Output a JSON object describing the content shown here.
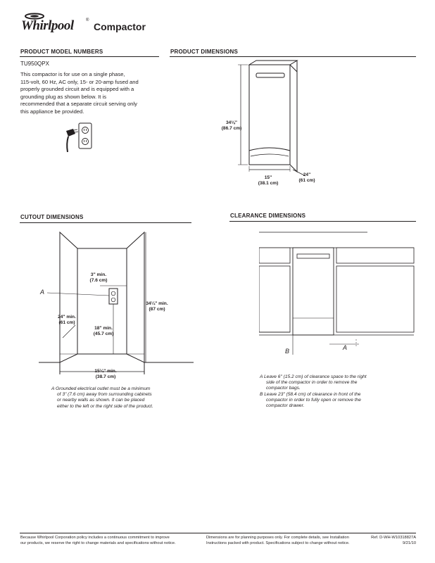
{
  "header": {
    "brand": "Whirlpool",
    "product_type": "Compactor"
  },
  "model_section": {
    "title": "PRODUCT MODEL NUMBERS",
    "model": "TU950QPX",
    "description_lines": [
      "This compactor is for use on a single phase,",
      "115-volt, 60 Hz, AC only, 15- or 20-amp fused and",
      "properly grounded circuit and is equipped with a",
      "grounding plug as shown below. It is",
      "recommended that a separate circuit serving only",
      "this appliance be provided."
    ]
  },
  "product_dimensions": {
    "title": "PRODUCT DIMENSIONS",
    "height": "34⅛\"",
    "height_metric": "(86.7 cm)",
    "width": "15\"",
    "width_metric": "(38.1 cm)",
    "depth": "24\"",
    "depth_metric": "(61 cm)"
  },
  "cutout_dimensions": {
    "title": "CUTOUT DIMENSIONS",
    "label_a": "A",
    "outlet_clear": "3\" min.",
    "outlet_clear_metric": "(7.6 cm)",
    "height": "34¼\" min.",
    "height_metric": "(87 cm)",
    "depth": "24\" min.",
    "depth_metric": "(61 cm)",
    "outlet_height": "18\" min.",
    "outlet_height_metric": "(45.7 cm)",
    "width": "15¼\" min.",
    "width_metric": "(38.7 cm)",
    "note_lines": [
      "A  Grounded electrical outlet must be a minimum",
      "of 3\" (7.6 cm) away from surrounding cabinets",
      "or nearby walls as shown. It can be placed",
      "either to the left or the right side of the product."
    ]
  },
  "clearance_dimensions": {
    "title": "CLEARANCE DIMENSIONS",
    "label_a": "A",
    "label_b": "B",
    "note_a_lines": [
      "A  Leave 6\" (15.2 cm) of clearance space to the right",
      "side of the compactor in order to remove the",
      "compactor bags."
    ],
    "note_b_lines": [
      "B  Leave 23\" (58.4 cm) of clearance in front of the",
      "compactor in order to fully open or remove the",
      "compactor drawer."
    ]
  },
  "footer": {
    "left_lines": [
      "Because Whirlpool Corporation policy includes a continuous commitment to improve",
      "our products, we reserve the right to change materials and specifications without notice."
    ],
    "right_lines": [
      "Dimensions are for planning purposes only. For complete details, see Installation",
      "Instructions packed with product. Specifications subject to change without notice."
    ],
    "ref": "Ref. D-WH-W10318827A",
    "date": "9/21/10"
  }
}
